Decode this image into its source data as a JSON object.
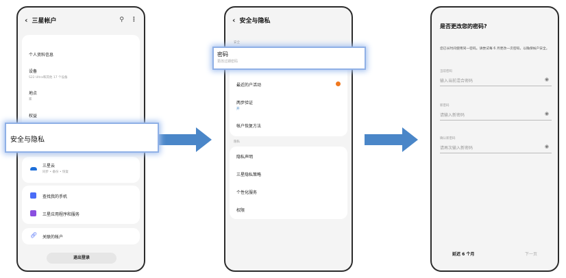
{
  "phone1": {
    "title": "三星帐户",
    "top_sub": "",
    "items": [
      {
        "label": "个人资料信息",
        "sub": ""
      },
      {
        "label": "设备",
        "sub": "S22 Ultra和其他 17 个设备"
      },
      {
        "label": "地点",
        "sub": "家"
      },
      {
        "label": "权益",
        "sub": ""
      }
    ],
    "highlight": "安全与隐私",
    "cloud": {
      "label": "三星云",
      "sub": "同步 • 备份 • 恢复"
    },
    "find": "查找我的手机",
    "apps": "三星应用程序和服务",
    "linked": "关联的帐户",
    "logout": "退出登录"
  },
  "phone2": {
    "title": "安全与隐私",
    "section1": "安全",
    "highlight": {
      "label": "密码",
      "sub": "更改过期密码"
    },
    "items": [
      {
        "label": "最近的户活动",
        "sub": ""
      },
      {
        "label": "两步验证",
        "sub": "开"
      },
      {
        "label": "帐户恢复方法",
        "sub": ""
      }
    ],
    "section2": "隐私",
    "items2": [
      "隐私声明",
      "三星隐私策略",
      "个性化服务",
      "权限"
    ]
  },
  "phone3": {
    "title": "是否更改您的密码?",
    "desc": "您已长时间使用同一密码。请尝试每 6 月更改一次密码，以确保帐户安全。",
    "fields": [
      {
        "label": "当前密码",
        "placeholder": "输入当前混合密码"
      },
      {
        "label": "新密码",
        "placeholder": "请输入新密码"
      },
      {
        "label": "确认新密码",
        "placeholder": "请再次输入新密码"
      }
    ],
    "later": "延迟 6 个月",
    "next": "下一页"
  },
  "colors": {
    "arrow": "#4a86c8",
    "highlight_glow": "#a7c3f0",
    "badge": "#f0781e",
    "cloud": "#1e6fd9"
  },
  "icons": [
    "back-chevron-icon",
    "search-icon",
    "more-vert-icon",
    "cloud-icon",
    "find-phone-icon",
    "apps-icon",
    "link-icon",
    "eye-icon",
    "arrow-right-icon"
  ]
}
